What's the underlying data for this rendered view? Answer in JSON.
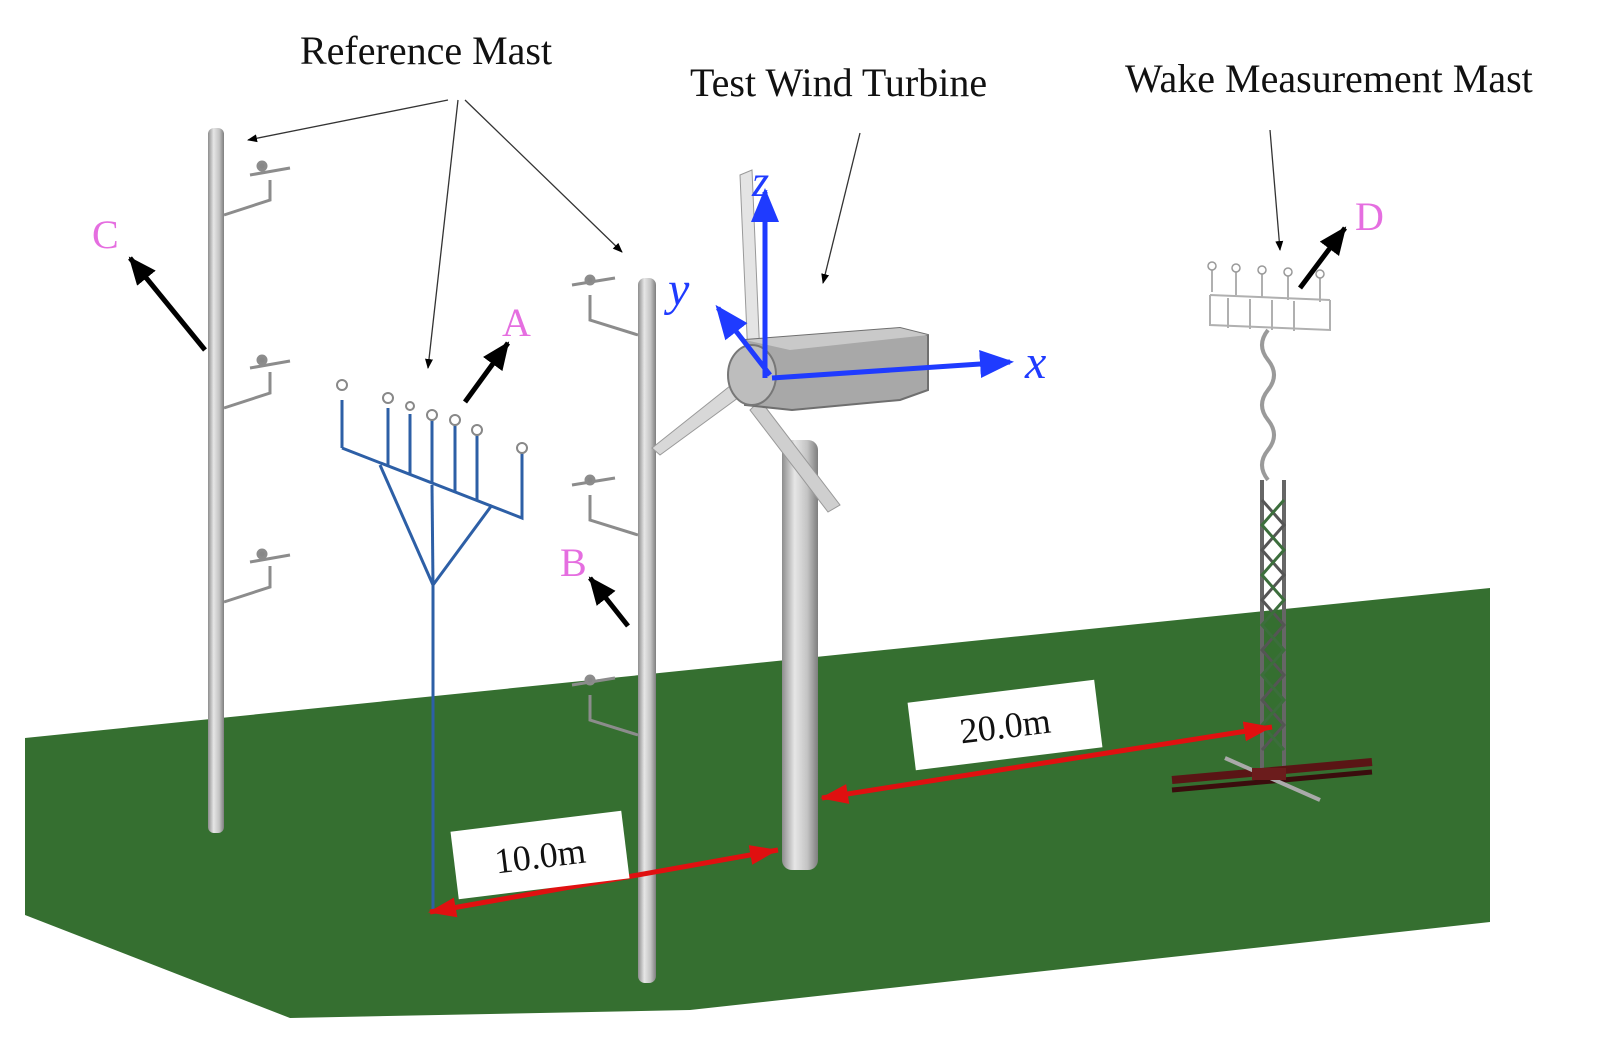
{
  "labels": {
    "reference_mast": "Reference Mast",
    "test_wind_turbine": "Test Wind Turbine",
    "wake_measurement_mast": "Wake Measurement Mast"
  },
  "points": {
    "a": "A",
    "b": "B",
    "c": "C",
    "d": "D"
  },
  "axes": {
    "x": "x",
    "y": "y",
    "z": "z"
  },
  "distances": {
    "mast_to_turbine": "10.0m",
    "turbine_to_wake": "20.0m"
  },
  "colors": {
    "ground": "#356f30",
    "pole": "#b9b9b9",
    "boom_blue": "#2d5fa6",
    "axis_blue": "#1f3bff",
    "dimension_red": "#e01010",
    "point_label": "#e56ee0",
    "pointer_arrow": "#000000"
  }
}
